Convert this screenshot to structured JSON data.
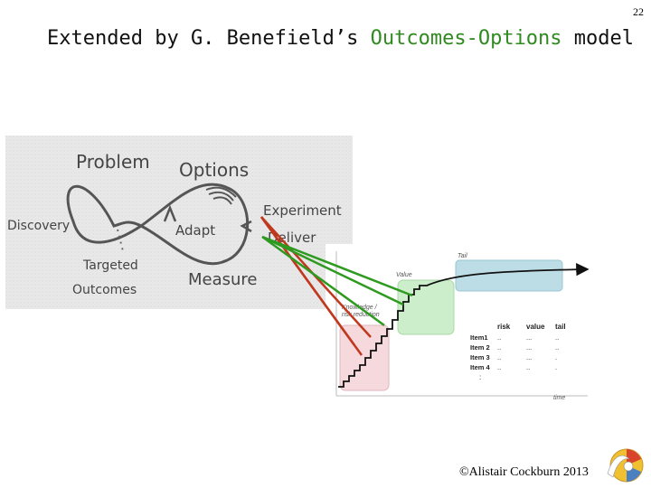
{
  "slide_number": "22",
  "title": {
    "prefix": "Extended by G. Benefield’s ",
    "highlight": "Outcomes-Options",
    "suffix": " model"
  },
  "sketch": {
    "problem": "Problem",
    "options": "Options",
    "discovery": "Discovery",
    "adapt": "Adapt",
    "experiment": "Experiment",
    "deliver": "Deliver",
    "targeted": "Targeted",
    "outcomes": "Outcomes",
    "measure": "Measure"
  },
  "chart": {
    "tail_label": "Tail",
    "value_label": "Value",
    "knowledge_label_1": "Knowledge /",
    "knowledge_label_2": "risk reduction",
    "time_label": "time",
    "table_headers": [
      "risk",
      "value",
      "tail"
    ],
    "table_rows": [
      {
        "item": "Item1",
        "risk": "..",
        "value": "...",
        "tail": ".."
      },
      {
        "item": "Item 2",
        "risk": "..",
        "value": "...",
        "tail": ".."
      },
      {
        "item": "Item 3",
        "risk": "..",
        "value": "...",
        "tail": "."
      },
      {
        "item": "Item 4",
        "risk": "..",
        "value": "..",
        "tail": "."
      }
    ],
    "table_more": ":"
  },
  "copyright": "©Alistair Cockburn 2013",
  "colors": {
    "highlight": "#2f8a1f",
    "risk_zone": "#f6d9dc",
    "value_zone": "#cdeecb",
    "tail_zone": "#bcdde6",
    "red_arrow": "#c0391f",
    "green_arrow": "#2e9a1f"
  }
}
